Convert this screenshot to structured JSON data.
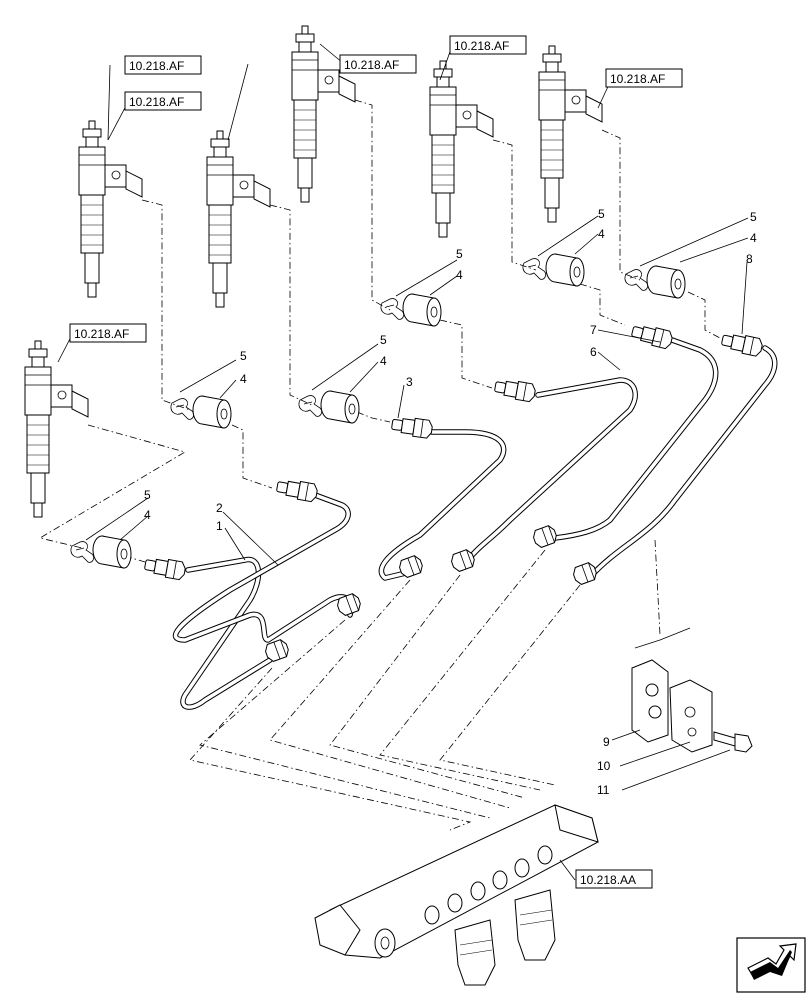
{
  "diagram": {
    "references": {
      "injector_ref": "10.218.AF",
      "rail_ref": "10.218.AA"
    },
    "callouts": {
      "pipe_1": "1",
      "pipe_2": "2",
      "pipe_3": "3",
      "seal_4": "4",
      "clip_5": "5",
      "pipe_6": "6",
      "pipe_7": "7",
      "pipe_8": "8",
      "clamp_9": "9",
      "clamp_10": "10",
      "bolt_11": "11"
    },
    "nav_icon": "direction-arrow-icon"
  }
}
